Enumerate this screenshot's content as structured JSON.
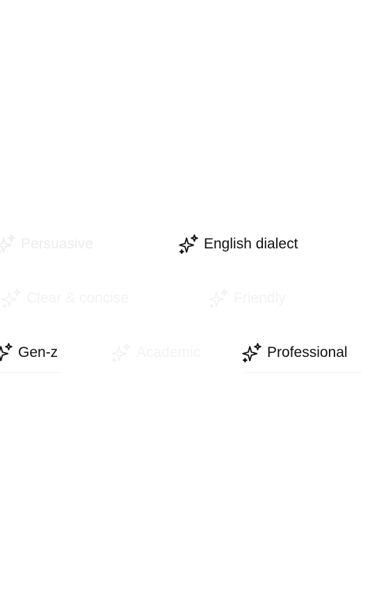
{
  "rows": {
    "row1": [
      {
        "label": "Persuasive"
      },
      {
        "label": "English dialect"
      }
    ],
    "row2": [
      {
        "label": "Clear & concise"
      },
      {
        "label": "Friendly"
      }
    ],
    "row3": [
      {
        "label": "Gen-z"
      },
      {
        "label": "Academic"
      },
      {
        "label": "Professional"
      }
    ]
  },
  "icon": "sparkles-icon",
  "colors": {
    "text_active": "#111111",
    "text_faded": "#ececec"
  }
}
